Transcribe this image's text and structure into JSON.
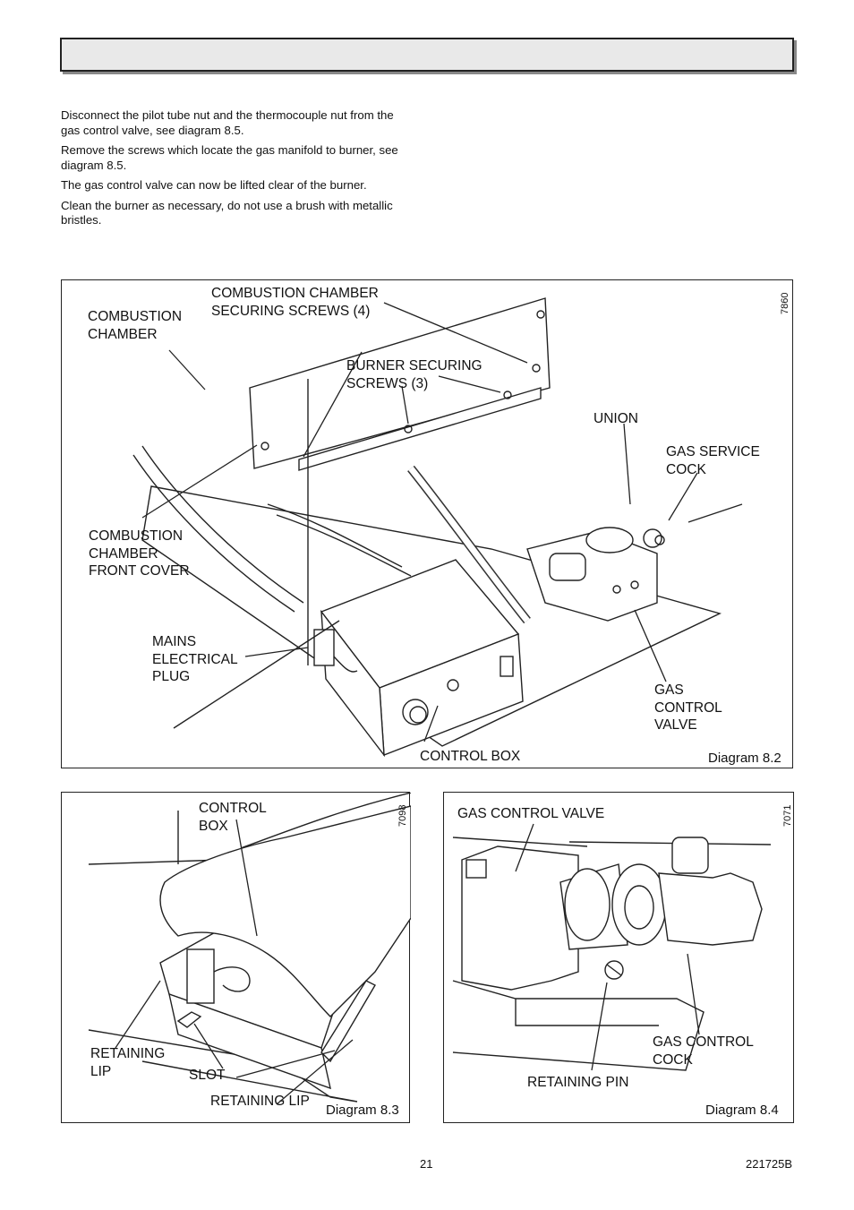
{
  "intro": [
    "Disconnect the pilot tube nut and the thermocouple nut from the gas control valve,  see diagram 8.5.",
    "Remove the screws which locate the gas manifold to burner, see diagram 8.5.",
    "The gas control valve can now be lifted clear of the burner.",
    "Clean the burner as necessary, do not use a brush with metallic bristles."
  ],
  "diagram_main": {
    "code": "7860",
    "caption": "Diagram 8.2",
    "labels": {
      "combustion_chamber": "COMBUSTION\nCHAMBER",
      "securing_screws": "COMBUSTION CHAMBER\nSECURING SCREWS (4)",
      "burner_screws": "BURNER SECURING\nSCREWS (3)",
      "union": "UNION",
      "gas_service_cock": "GAS SERVICE\nCOCK",
      "front_cover": "COMBUSTION\nCHAMBER\nFRONT COVER",
      "mains_plug": "MAINS\nELECTRICAL\nPLUG",
      "gas_control_valve": "GAS\nCONTROL\nVALVE",
      "control_box": "CONTROL BOX"
    }
  },
  "diagram_left": {
    "code": "7098",
    "caption": "Diagram 8.3",
    "labels": {
      "control_box": "CONTROL\nBOX",
      "retaining_lip_1": "RETAINING\nLIP",
      "slot": "SLOT",
      "retaining_lip_2": "RETAINING LIP"
    }
  },
  "diagram_right": {
    "code": "7071",
    "caption": "Diagram 8.4",
    "labels": {
      "gas_control_valve": "GAS CONTROL VALVE",
      "gas_control_cock": "GAS CONTROL\nCOCK",
      "retaining_pin": "RETAINING PIN"
    }
  },
  "footer": {
    "page_number": "21",
    "doc_code": "221725B"
  }
}
